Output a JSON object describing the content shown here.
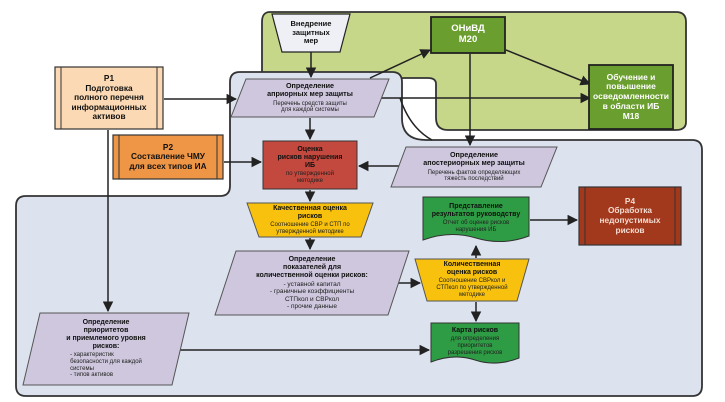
{
  "nodes": {
    "vnedrenie": {
      "title": "Внедрение\nзащитных\nмер"
    },
    "onivd": {
      "title": "ОНиВД\nМ20"
    },
    "obuchenie": {
      "title": "Обучение и\nповышение\nосведомленности\nв области ИБ\nМ18"
    },
    "p1": {
      "title": "Р1\nПодготовка\nполного перечня\nинформационных\nактивов"
    },
    "p2": {
      "title": "Р2\nСоставление ЧМУ\nдля всех типов ИА"
    },
    "apriori": {
      "title": "Определение\nаприорных мер защиты",
      "subtitle": "Перечень средств защиты\nдля каждой системы"
    },
    "ocenka_riskov": {
      "title": "Оценка\nрисков нарушения\nИБ",
      "subtitle": "по утвержденной\nметодике"
    },
    "aposteriori": {
      "title": "Определение\nапостериорных мер защиты",
      "subtitle": "Перечень фактов определяющих\nтяжесть последствий"
    },
    "kach_ocenka": {
      "title": "Качественная оценка\nрисков",
      "subtitle": "Соотношение СВР и СТП по\nутвержденной методике"
    },
    "predstavlenie": {
      "title": "Представление\nрезультатов руководству",
      "subtitle": "Отчет об оценке рисков\nнарушения ИБ"
    },
    "p4": {
      "title": "Р4\nОбработка\nнедопустимых\nрисков"
    },
    "pokazateli": {
      "title": "Определение\nпоказателей для\nколичественной оценки рисков:",
      "subtitle": "- уставной капитал\n- граничные коэффициенты\nСТПкол и СВРкол\n- прочие данные"
    },
    "kol_ocenka": {
      "title": "Количественная\nоценка рисков",
      "subtitle": "Соотношение СВРкол и\nСТПкол по утвержденной\nметодике"
    },
    "prioritety": {
      "title": "Определение\nприоритетов\nи приемлемого уровня\nрисков:",
      "subtitle": "- характеристик\nбезопасности для каждой\nсистемы\n- типов активов"
    },
    "karta": {
      "title": "Карта рисков",
      "subtitle": "для определения\nприоритетов\nразрешения рисков"
    }
  },
  "colors": {
    "green_region": "#c6d78a",
    "gray_region": "#dde3ee",
    "orange_light": "#fbd9b4",
    "orange": "#ee9646",
    "lavender": "#cec7dd",
    "red": "#c3483d",
    "yellow": "#f7c10e",
    "green": "#2e9c44",
    "dark_red": "#a3391c",
    "green_box": "#6a9e2e"
  }
}
